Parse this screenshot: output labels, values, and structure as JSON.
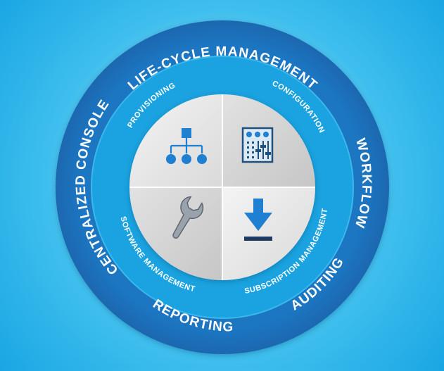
{
  "outer_ring": {
    "top": "LIFE-CYCLE MANAGEMENT",
    "left": "CENTRALIZED CONSOLE",
    "right": "WORKFLOW",
    "bottom_right": "AUDITING",
    "bottom": "REPORTING"
  },
  "inner_ring": {
    "top_left": "PROVISIONING",
    "top_right": "CONFIGURATION",
    "bottom_left": "SOFTWARE MANAGEMENT",
    "bottom_right": "SUBSCRIPTION MANAGEMENT"
  },
  "quadrant_icons": {
    "top_left": "hierarchy-icon",
    "top_right": "control-panel-icon",
    "bottom_left": "wrench-icon",
    "bottom_right": "download-icon"
  },
  "colors": {
    "outer_ring": "#1f76c2",
    "inner_ring": "#1aa3e0",
    "quadrant_light": "#ececec",
    "quadrant_dark": "#cfcfcf",
    "icon_blue": "#1f7fd0",
    "icon_dark": "#1e3a5f"
  }
}
